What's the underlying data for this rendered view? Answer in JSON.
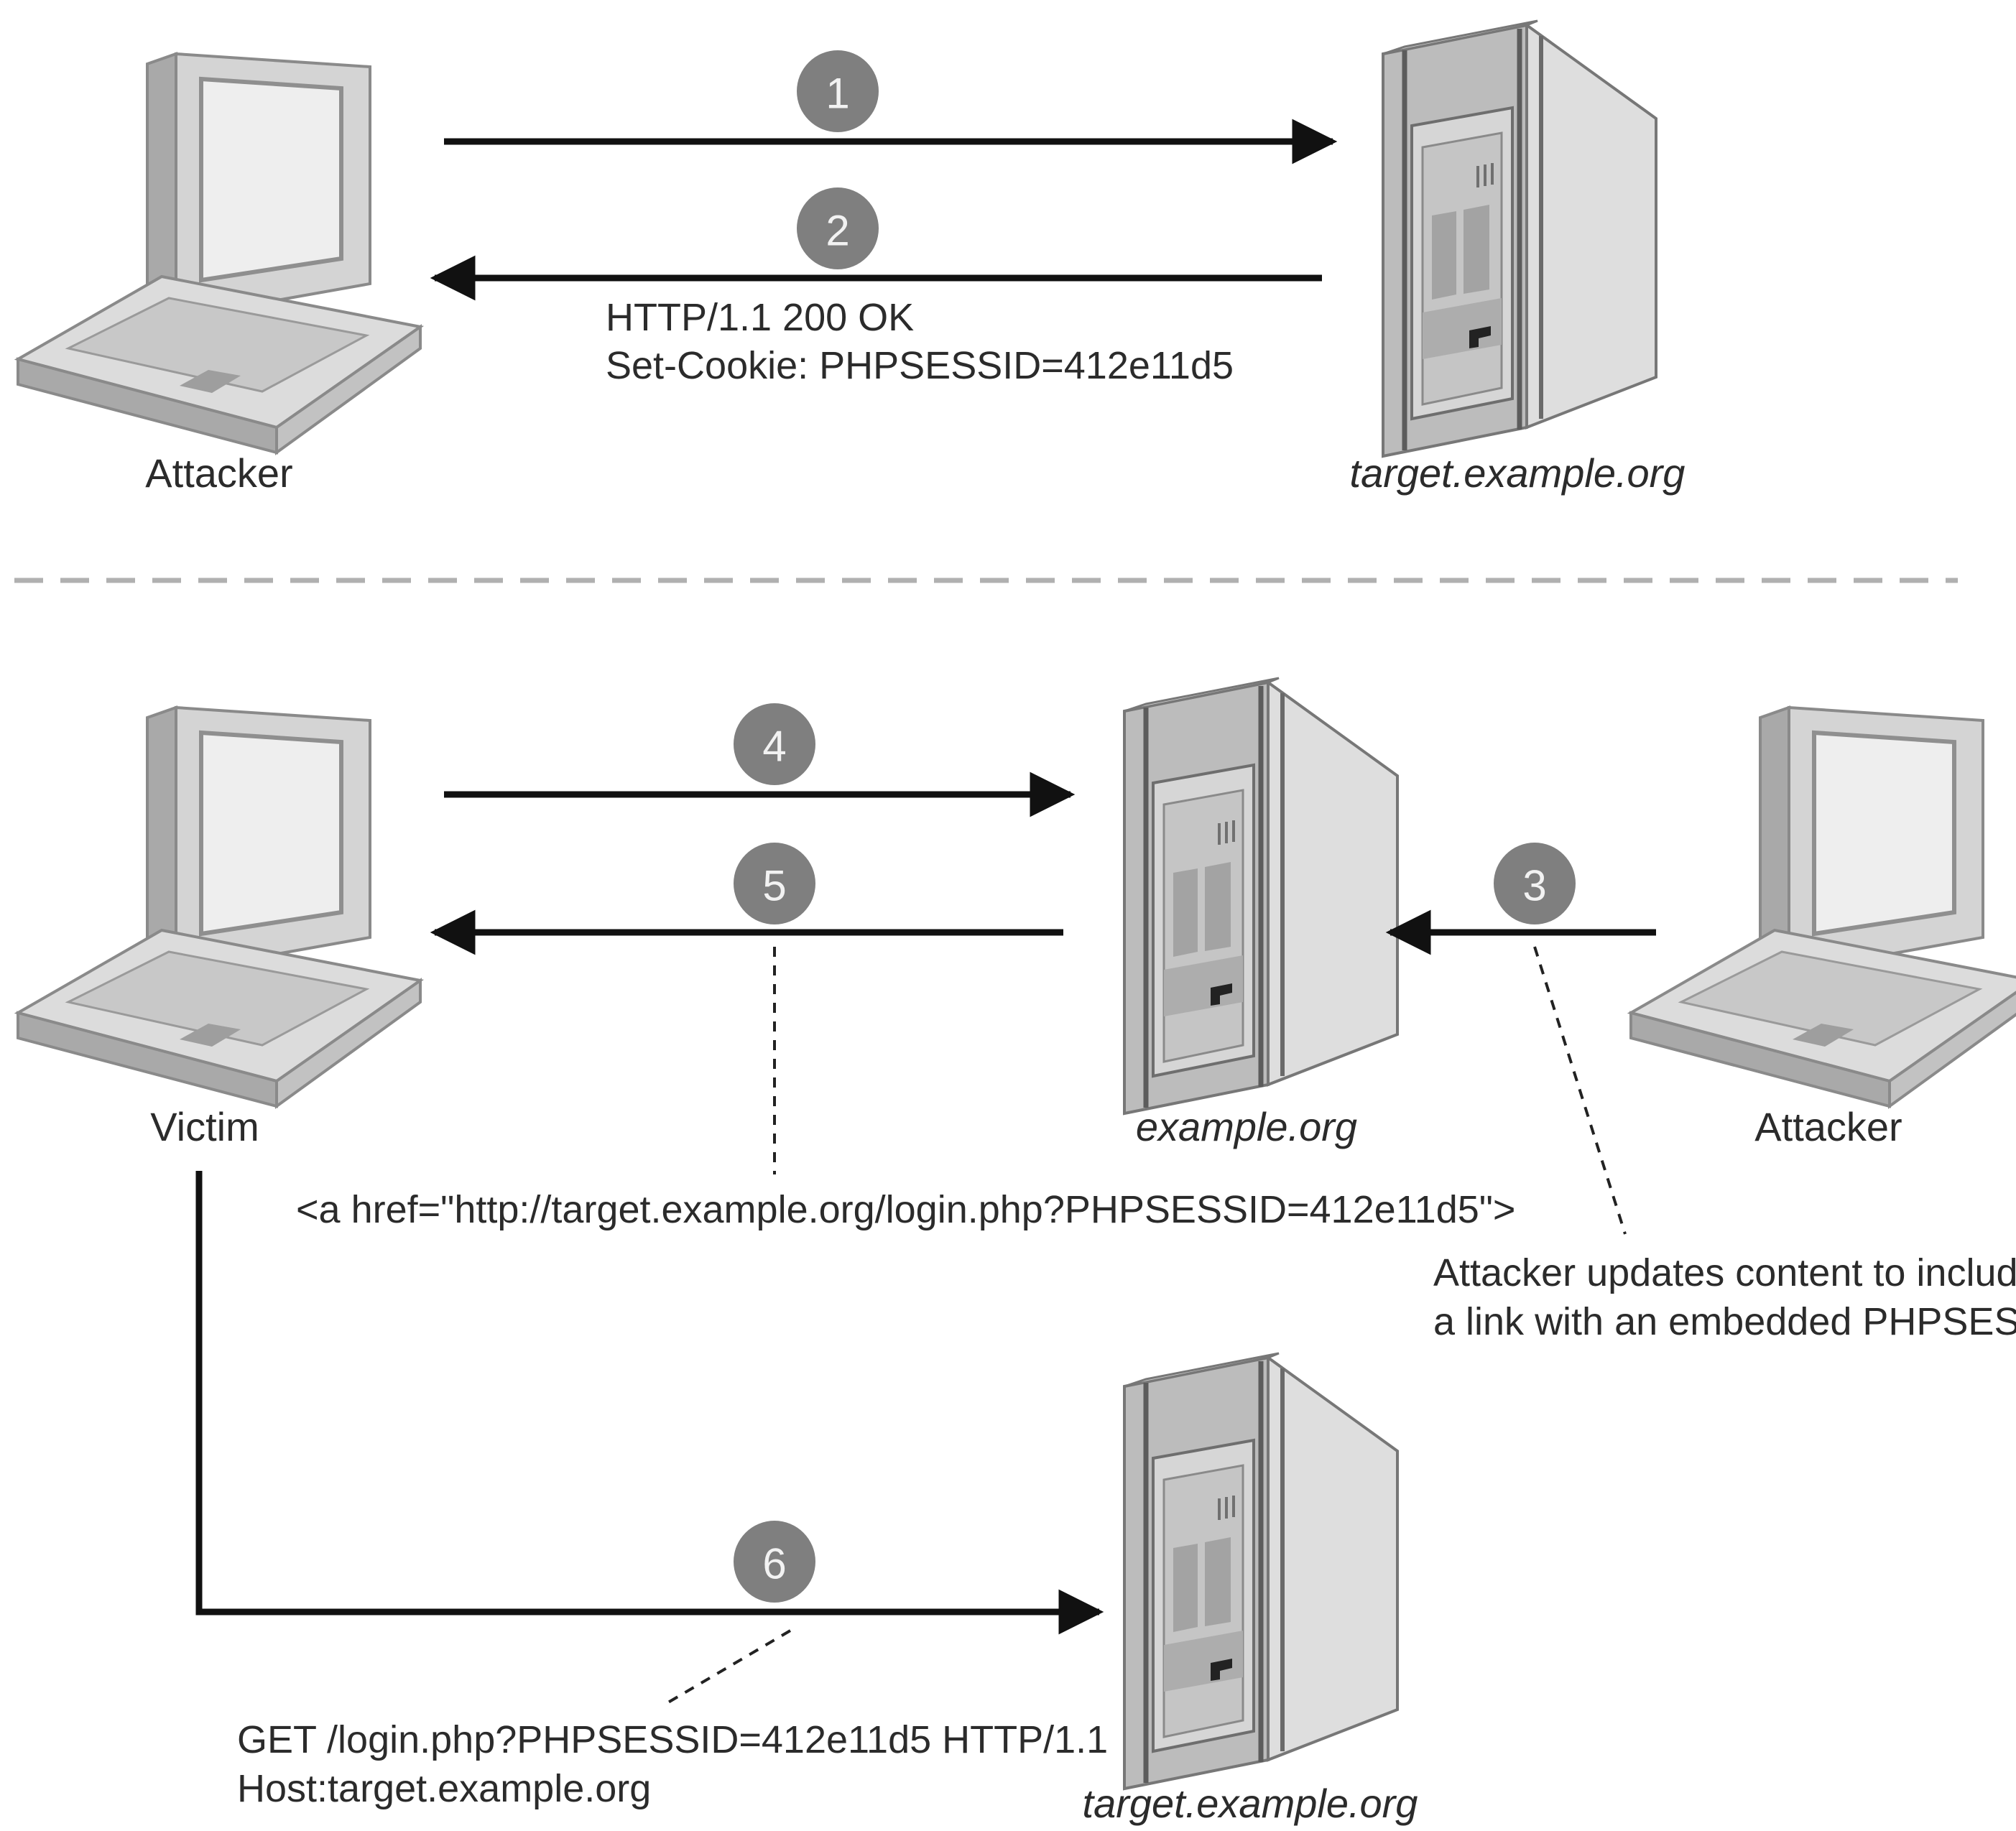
{
  "nodes": {
    "attacker_top": "Attacker",
    "target_top": "target.example.org",
    "victim": "Victim",
    "example_org": "example.org",
    "attacker_mid": "Attacker",
    "target_bottom": "target.example.org"
  },
  "steps": {
    "s1": "1",
    "s2": "2",
    "s3": "3",
    "s4": "4",
    "s5": "5",
    "s6": "6"
  },
  "annotations": {
    "response_line1": "HTTP/1.1 200 OK",
    "response_line2": "Set-Cookie: PHPSESSID=412e11d5",
    "link_html": "<a href=\"http://target.example.org/login.php?PHPSESSID=412e11d5\">",
    "attacker_note_line1": "Attacker updates content to include",
    "attacker_note_line2": "a link with an embedded PHPSESSID",
    "request_line1": "GET /login.php?PHPSESSID=412e11d5 HTTP/1.1",
    "request_line2": "Host:target.example.org"
  },
  "colors": {
    "device_light": "#d9d9d9",
    "device_mid": "#bdbdbd",
    "device_dark": "#8c8c8c",
    "step_circle": "#7f7f7f",
    "arrow": "#111111",
    "divider": "#b0b0b0"
  },
  "icons": {
    "laptop": "laptop-icon",
    "server": "server-icon"
  }
}
